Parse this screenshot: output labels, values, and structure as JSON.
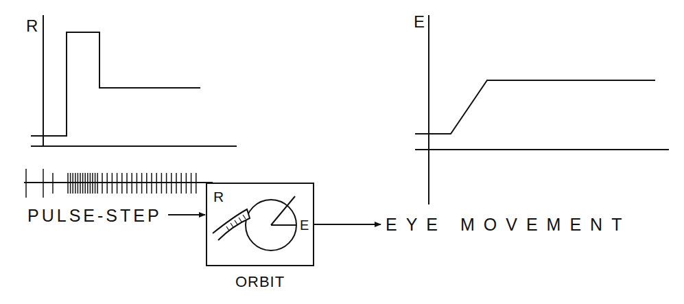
{
  "diagram": {
    "nodes": [
      {
        "text": [
          "ORBIT"
        ]
      }
    ],
    "labels": [
      "R",
      "E",
      "PULSE-STEP",
      "EYE MOVEMENT",
      "R",
      "E"
    ]
  }
}
